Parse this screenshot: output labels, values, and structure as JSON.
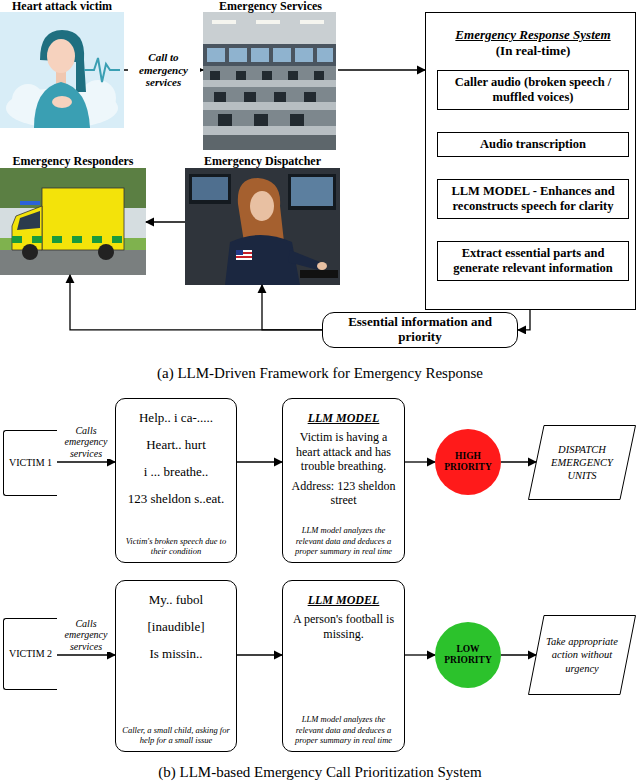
{
  "diagram": {
    "nodes": [
      {
        "text": [
          "Heart attack victim"
        ]
      },
      {
        "text": [
          "Emergency Services"
        ]
      },
      {
        "text": [
          "Emergency Response System",
          "(In real-time)"
        ]
      },
      {
        "text": [
          "Caller audio (broken speech / muffled voices)"
        ],
        "in": 2
      },
      {
        "text": [
          "Audio transcription"
        ],
        "in": 2
      },
      {
        "text": [
          "LLM MODEL - Enhances and reconstructs speech for clarity"
        ],
        "in": 2
      },
      {
        "text": [
          "Extract essential parts and generate relevant information"
        ],
        "in": 2
      },
      {
        "text": [
          "Emergency Responders"
        ]
      },
      {
        "text": [
          "Emergency Dispatcher"
        ]
      },
      {
        "text": [
          "Essential information and priority"
        ]
      },
      {
        "text": [
          "VICTIM 1"
        ]
      },
      {
        "text": [
          "Help.. i ca-.....",
          "Heart.. hurt",
          "i ... breathe..",
          "123 sheldon s..eat.",
          "Victim's broken speech due to their condition"
        ]
      },
      {
        "text": [
          "LLM MODEL",
          "Victim is having a heart attack and has trouble breathing.",
          "Address: 123 sheldon street",
          "LLM model analyzes the relevant data and deduces a proper summary in real time"
        ]
      },
      {
        "text": [
          "HIGH PRIORITY"
        ]
      },
      {
        "text": [
          "DISPATCH EMERGENCY UNITS"
        ]
      },
      {
        "text": [
          "VICTIM 2"
        ]
      },
      {
        "text": [
          "My.. fubol",
          "[inaudible]",
          "Is missin..",
          "Caller, a small child, asking for help for a small issue"
        ]
      },
      {
        "text": [
          "LLM MODEL",
          "A person's football is missing.",
          "LLM model analyzes the relevant data and deduces a proper summary in real time"
        ]
      },
      {
        "text": [
          "LOW PRIORITY"
        ]
      },
      {
        "text": [
          "Take appropriate action without urgency"
        ]
      }
    ],
    "edges": [
      {
        "from": 0,
        "to": 1,
        "label": "Call to emergency services",
        "arrow": "to"
      },
      {
        "from": 1,
        "to": 2,
        "arrow": "to"
      },
      {
        "from": 3,
        "to": 4,
        "arrow": "to"
      },
      {
        "from": 4,
        "to": 5,
        "arrow": "to"
      },
      {
        "from": 5,
        "to": 6,
        "arrow": "to"
      },
      {
        "from": 2,
        "to": 9,
        "arrow": "to"
      },
      {
        "from": 9,
        "to": 8,
        "arrow": "to"
      },
      {
        "from": 9,
        "to": 7,
        "arrow": "to"
      },
      {
        "from": 8,
        "to": 7,
        "arrow": "to"
      },
      {
        "from": 10,
        "to": 11,
        "label": "Calls emergency services",
        "arrow": "to"
      },
      {
        "from": 11,
        "to": 12,
        "arrow": "to"
      },
      {
        "from": 12,
        "to": 13,
        "arrow": "to"
      },
      {
        "from": 13,
        "to": 14,
        "arrow": "to"
      },
      {
        "from": 15,
        "to": 16,
        "label": "Calls emergency services",
        "arrow": "to"
      },
      {
        "from": 16,
        "to": 17,
        "arrow": "to"
      },
      {
        "from": 17,
        "to": 18,
        "arrow": "to"
      },
      {
        "from": 18,
        "to": 19,
        "arrow": "to"
      }
    ],
    "labels": [
      "(a) LLM-Driven Framework for Emergency Response",
      "(b) LLM-based Emergency Call Prioritization System"
    ]
  }
}
